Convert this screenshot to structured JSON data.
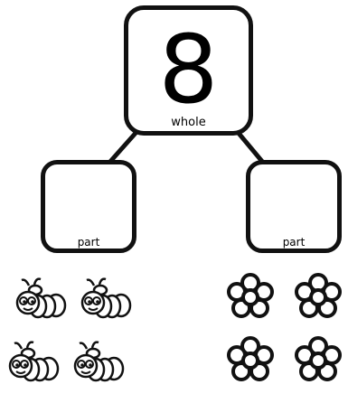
{
  "whole": {
    "number": "8",
    "label": "whole"
  },
  "parts": [
    {
      "label": "part"
    },
    {
      "label": "part"
    }
  ],
  "counters": {
    "left_group": {
      "icon": "bee-icon",
      "count": 4
    },
    "right_group": {
      "icon": "flower-icon",
      "count": 4
    }
  }
}
